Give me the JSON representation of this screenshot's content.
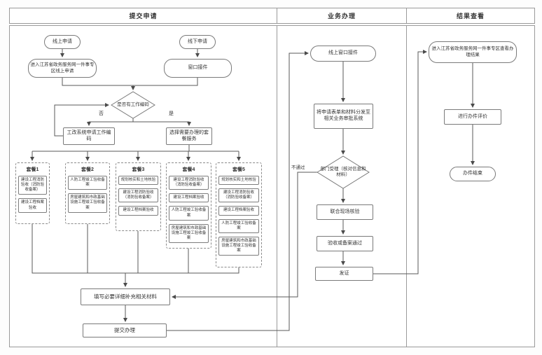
{
  "lanes": {
    "submit": "提交申请",
    "process": "业务办理",
    "result": "结果查看"
  },
  "submit_lane": {
    "online_apply": "线上申请",
    "offline_apply": "线下申请",
    "enter_portal": "进入江苏省政务服务网一件事专区线上申请",
    "window_receive": "窗口接件",
    "has_code_question": "是否有工作编码",
    "no_label": "否",
    "yes_label": "是",
    "apply_code": "工改系统申请工作编码",
    "select_package": "选择需要办理的套餐服务",
    "packages": [
      {
        "title": "套餐1",
        "items": [
          "建设工程消防验收（消防验收备案）",
          "建设工程档案验收"
        ]
      },
      {
        "title": "套餐2",
        "items": [
          "人防工程竣工验收备案",
          "房屋建筑和市政基础设施工程竣工验收备案"
        ]
      },
      {
        "title": "套餐3",
        "items": [
          "规划核实和土地核验",
          "建设工程消防验收（消防验收备案）",
          "建设工程档案验收"
        ]
      },
      {
        "title": "套餐4",
        "items": [
          "建设工程消防验收（消防验收备案）",
          "建设工程档案验收",
          "人防工程竣工验收备案",
          "房屋建筑和市政基础设施工程竣工验收备案"
        ]
      },
      {
        "title": "套餐5",
        "items": [
          "规划核实和土地核验",
          "建设工程消防验收（消防验收备案）",
          "建设工程档案验收",
          "人防工程竣工验收备案",
          "房屋建筑和市政基础设施工程竣工验收备案"
        ]
      }
    ],
    "fill_materials": "填写必要详细补充相关材料",
    "submit_handle": "提交办理"
  },
  "process_lane": {
    "online_window": "线上窗口接件",
    "distribute": "将申请表单和材料分发至相关业务审批系统",
    "dept_accept": "部门受理（核对信息和材料）",
    "fail_label": "不通过",
    "joint_verify": "联合现场核验",
    "accept_pass": "验收或备案通过",
    "issue_cert": "发证"
  },
  "result_lane": {
    "view_result": "进入江苏省政务服务网一件事专区查看办理结果",
    "evaluate": "进行办件评价",
    "finish": "办件结束"
  },
  "colors": {
    "node_border": "#7a7a7a",
    "lane_border": "#9a9a9a",
    "line": "#5a5a5a",
    "text": "#333333",
    "background": "#ffffff"
  }
}
